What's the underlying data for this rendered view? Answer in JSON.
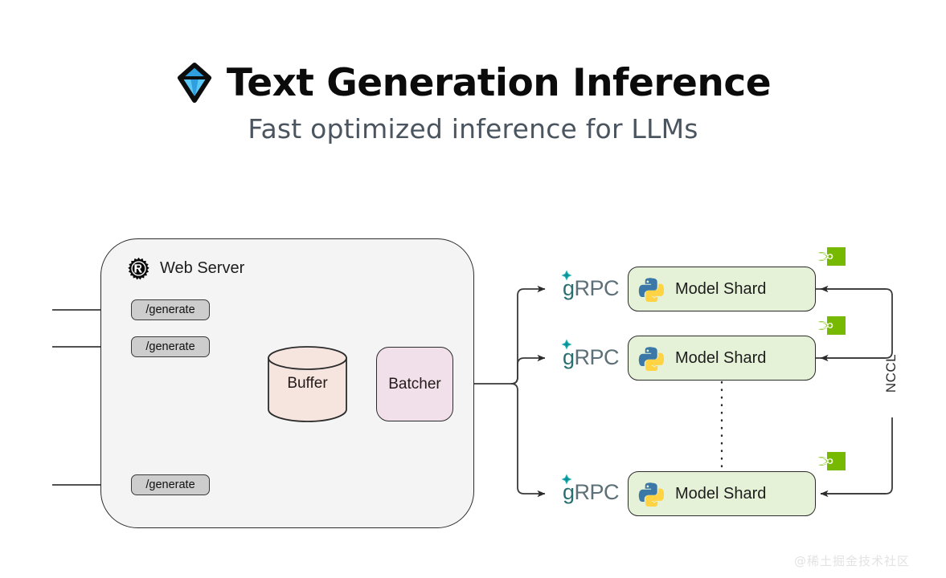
{
  "header": {
    "logo_icon": "tgi-diamond-icon",
    "title": "Text Generation Inference",
    "subtitle": "Fast optimized inference for LLMs"
  },
  "colors": {
    "diamond_light": "#5cc8f8",
    "diamond_mid": "#3aa7e8",
    "diamond_outline": "#0d0d0d",
    "container_fill": "#f4f4f4",
    "container_stroke": "#2b2b2b",
    "endpoint_fill": "#cdcdcd",
    "buffer_fill": "#f6e4de",
    "batcher_fill": "#f1dfe9",
    "shard_fill": "#e6f2d8",
    "nvidia_green": "#76b900",
    "grpc_teal": "#2a6e70",
    "grpc_gray": "#5d7078",
    "python_blue": "#3b78a8",
    "python_yellow": "#ffd343",
    "subtitle_gray": "#4a5560",
    "watermark_gray": "#e3e3e3"
  },
  "diagram": {
    "web_server": {
      "icon": "rust-logo-icon",
      "label": "Web Server",
      "endpoints": [
        {
          "label": "/generate"
        },
        {
          "label": "/generate"
        },
        {
          "label": "/generate"
        }
      ],
      "ellipsis_between_endpoints": "vertical-dotted-line",
      "buffer": {
        "label": "Buffer",
        "shape": "cylinder"
      },
      "batcher": {
        "label": "Batcher",
        "shape": "rounded-rect"
      }
    },
    "rpc_links": [
      {
        "label_g": "g",
        "label_rpc": "RPC"
      },
      {
        "label_g": "g",
        "label_rpc": "RPC"
      },
      {
        "label_g": "g",
        "label_rpc": "RPC"
      }
    ],
    "model_shards": [
      {
        "icon": "python-logo-icon",
        "label": "Model Shard",
        "accelerator": "nvidia-logo-icon"
      },
      {
        "icon": "python-logo-icon",
        "label": "Model Shard",
        "accelerator": "nvidia-logo-icon"
      },
      {
        "icon": "python-logo-icon",
        "label": "Model Shard",
        "accelerator": "nvidia-logo-icon"
      }
    ],
    "ellipsis_between_shards": "vertical-dotted-line",
    "interconnect": {
      "label": "NCCL"
    }
  },
  "watermark": {
    "text": "@稀土掘金技术社区"
  }
}
